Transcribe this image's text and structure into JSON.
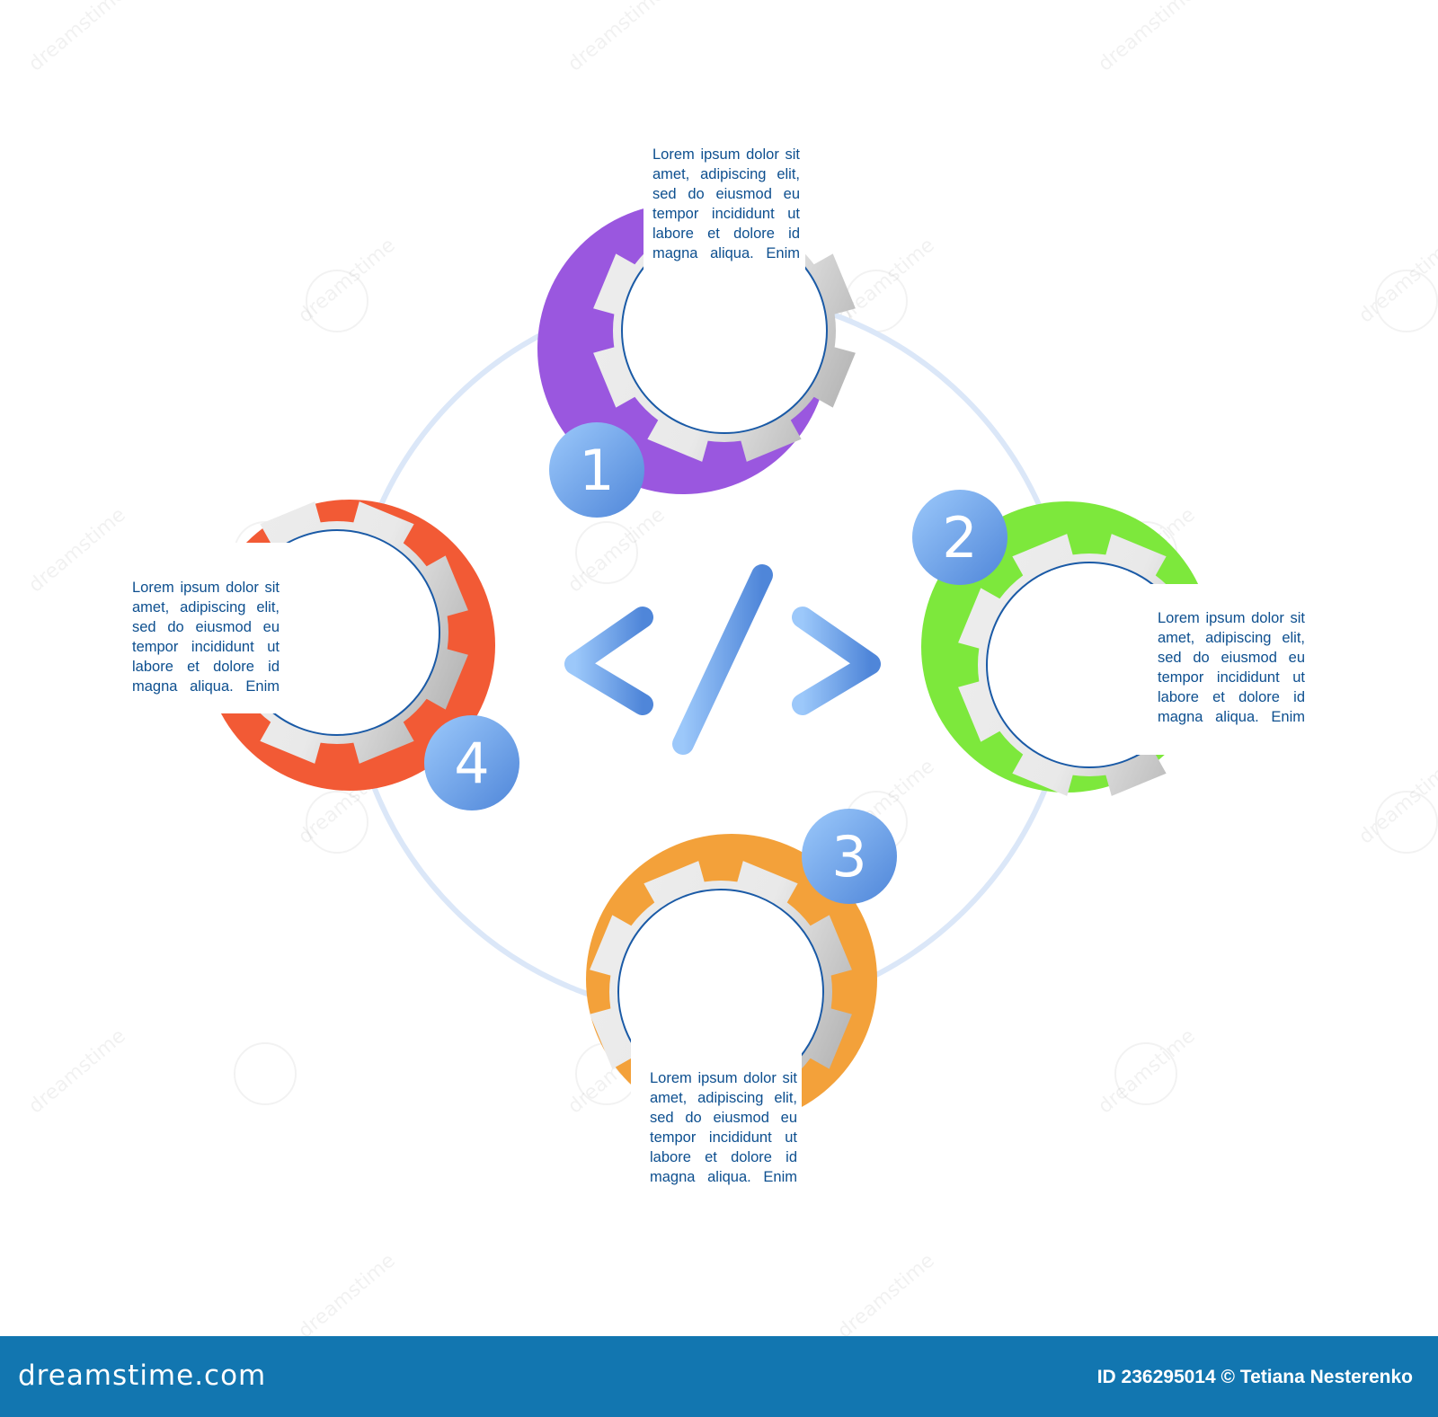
{
  "center_icon": "code-brackets-icon",
  "steps": [
    {
      "number": "1",
      "color": "#9a57df",
      "text": "Lorem ipsum dolor sit amet, adipiscing elit, sed do eiusmod eu tempor incididunt ut labore et dolore id magna aliqua. Enim"
    },
    {
      "number": "2",
      "color": "#7de83c",
      "text": "Lorem ipsum dolor sit amet, adipiscing elit, sed do eiusmod eu tempor incididunt ut labore et dolore id magna aliqua. Enim"
    },
    {
      "number": "3",
      "color": "#f3a13a",
      "text": "Lorem ipsum dolor sit amet, adipiscing elit, sed do eiusmod eu tempor incididunt ut labore et dolore id magna aliqua. Enim"
    },
    {
      "number": "4",
      "color": "#f25a35",
      "text": "Lorem ipsum dolor sit amet, adipiscing elit, sed do eiusmod eu tempor incididunt ut labore et dolore id magna aliqua. Enim"
    }
  ],
  "colors": {
    "ring": "#dbe7f8",
    "badge": "#6aa6ec",
    "code_icon": "#6b9fe6",
    "footer": "#1276b0",
    "text": "#0d4f8f"
  },
  "watermark": {
    "text": "dreamstime",
    "logo": "dreamstime.com"
  },
  "footer": {
    "logo": "dreamstime.com",
    "credit": "ID 236295014 © Tetiana Nesterenko"
  }
}
